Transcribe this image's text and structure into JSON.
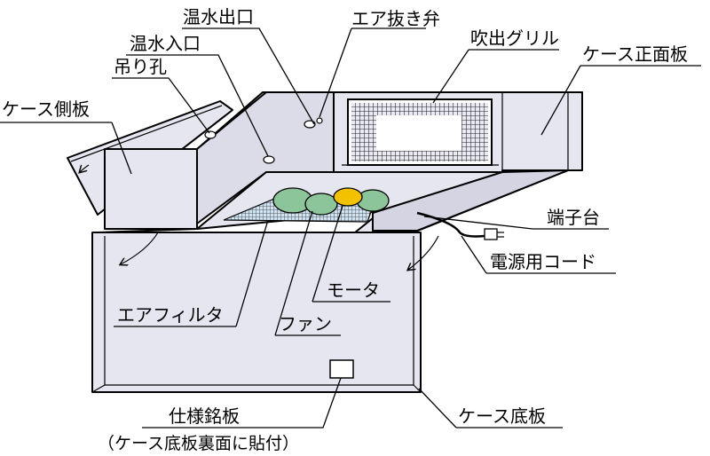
{
  "diagram": {
    "labels": {
      "hot_water_outlet": "温水出口",
      "air_vent_valve": "エア抜き弁",
      "hot_water_inlet": "温水入口",
      "discharge_grille": "吹出グリル",
      "case_front_panel": "ケース正面板",
      "hanging_hole": "吊り孔",
      "case_side_panel": "ケース側板",
      "terminal_block": "端子台",
      "power_cord": "電源用コード",
      "motor": "モータ",
      "air_filter": "エアフィルタ",
      "fan": "ファン",
      "nameplate": "仕様銘板",
      "nameplate_note": "（ケース底板裏面に貼付）",
      "case_bottom_panel": "ケース底板"
    },
    "colors": {
      "panel_fill": "#e6e6f0",
      "panel_fill_dark": "#d4d4e2",
      "fan_green": "#8cc59a",
      "motor_yellow": "#f2c200",
      "filter_blue": "#9fc8e8",
      "grille_mesh": "#222222"
    }
  }
}
